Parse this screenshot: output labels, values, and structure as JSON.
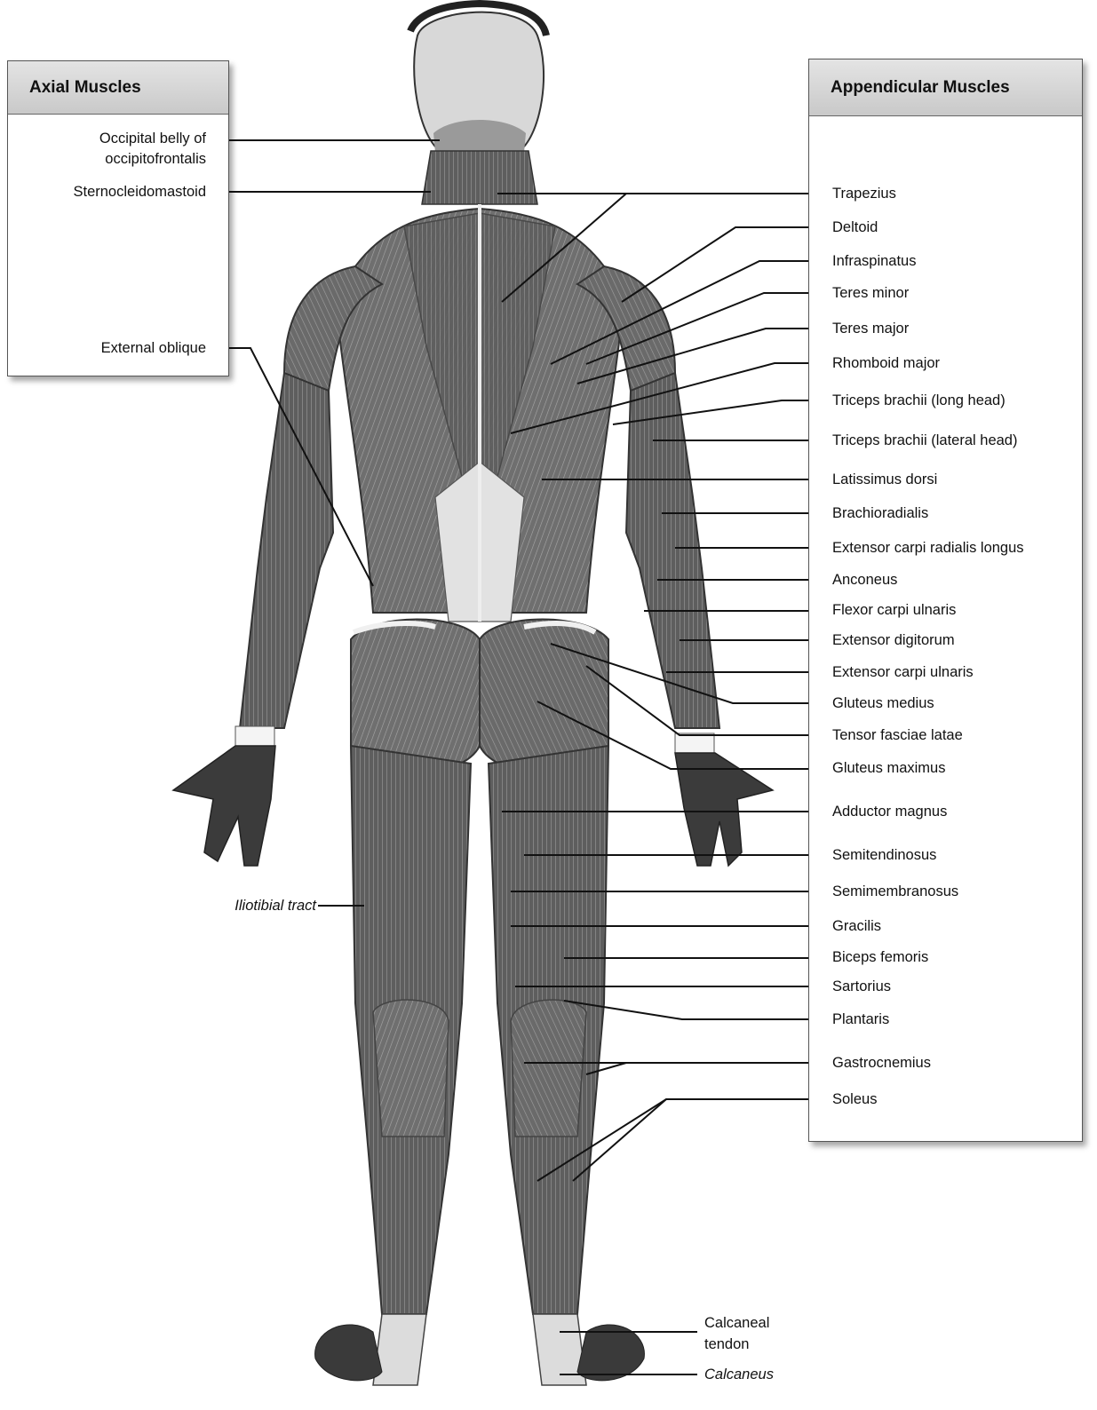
{
  "panels": {
    "axial": {
      "title": "Axial Muscles"
    },
    "appendicular": {
      "title": "Appendicular Muscles"
    }
  },
  "axial_labels": [
    {
      "text": "Occipital belly of",
      "text2": "occipitofrontalis"
    },
    {
      "text": "Sternocleidomastoid"
    },
    {
      "text": "External oblique"
    },
    {
      "text": "Iliotibial tract",
      "italic": true
    }
  ],
  "appendicular_labels": [
    "Trapezius",
    "Deltoid",
    "Infraspinatus",
    "Teres minor",
    "Teres major",
    "Rhomboid major",
    "Triceps brachii (long head)",
    "Triceps brachii (lateral head)",
    "Latissimus dorsi",
    "Brachioradialis",
    "Extensor carpi radialis longus",
    "Anconeus",
    "Flexor carpi ulnaris",
    "Extensor digitorum",
    "Extensor carpi ulnaris",
    "Gluteus medius",
    "Tensor fasciae latae",
    "Gluteus maximus",
    "Adductor magnus",
    "Semitendinosus",
    "Semimembranosus",
    "Gracilis",
    "Biceps femoris",
    "Sartorius",
    "Plantaris",
    "Gastrocnemius",
    "Soleus"
  ],
  "bottom_labels": [
    {
      "text": "Calcaneal",
      "text2": "tendon"
    },
    {
      "text": "Calcaneus",
      "italic": true
    }
  ],
  "figure": {
    "view": "posterior"
  }
}
